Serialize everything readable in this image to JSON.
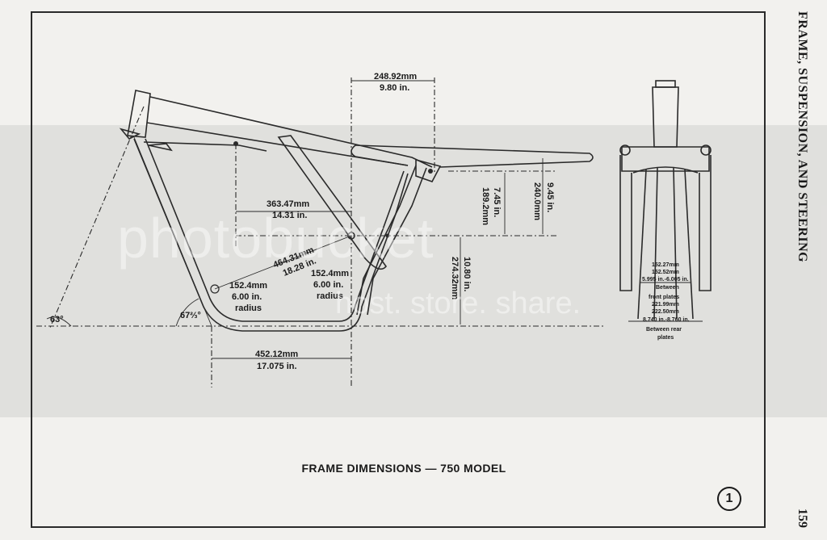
{
  "side_title": "FRAME, SUSPENSION, AND STEERING",
  "page_number": "159",
  "caption": "FRAME DIMENSIONS — 750 MODEL",
  "figure_number": "1",
  "watermark": {
    "line1": "photobucket",
    "line2": "host. store. share."
  },
  "dimensions": {
    "top_width_mm": "248.92mm",
    "top_width_in": "9.80 in.",
    "horiz_363_mm": "363.47mm",
    "horiz_363_in": "14.31 in.",
    "diag_464_mm": "464.31mm",
    "diag_464_in": "18.28 in.",
    "radius_front_mm": "152.4mm",
    "radius_front_in": "6.00 in.",
    "radius_front_word": "radius",
    "radius_rear_mm": "152.4mm",
    "radius_rear_in": "6.00 in.",
    "radius_rear_word": "radius",
    "vert_745_in": "7.45 in.",
    "vert_745_mm": "189.2mm",
    "vert_945_in": "9.45 in.",
    "vert_945_mm": "240.0mm",
    "vert_1080_in": "10.80 in.",
    "vert_1080_mm": "274.32mm",
    "base_mm": "452.12mm",
    "base_in": "17.075 in.",
    "angle_63": "63°",
    "angle_67": "67⅔°"
  },
  "fork": {
    "line1": "152.27mm",
    "line2": "152.52mm",
    "line3": "5.995 in.-6.005 in.",
    "line4": "Between",
    "line5": "front plates",
    "line6": "221.99mm",
    "line7": "222.50mm",
    "line8": "8.740 in.-8.760 in.",
    "line9": "Between rear",
    "line10": "plates"
  }
}
